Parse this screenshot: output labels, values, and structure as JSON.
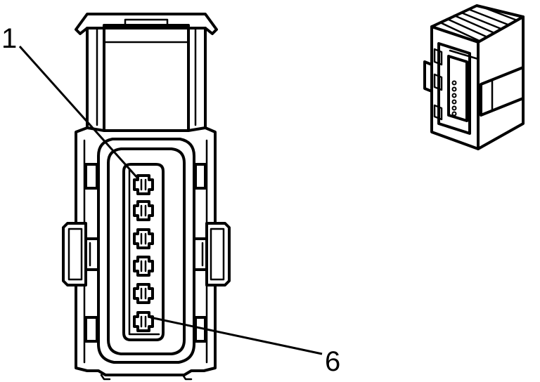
{
  "diagram": {
    "callouts": [
      {
        "label": "1"
      },
      {
        "label": "6"
      }
    ],
    "terminal_count": 6,
    "line_color": "#000000",
    "background": "#ffffff"
  }
}
